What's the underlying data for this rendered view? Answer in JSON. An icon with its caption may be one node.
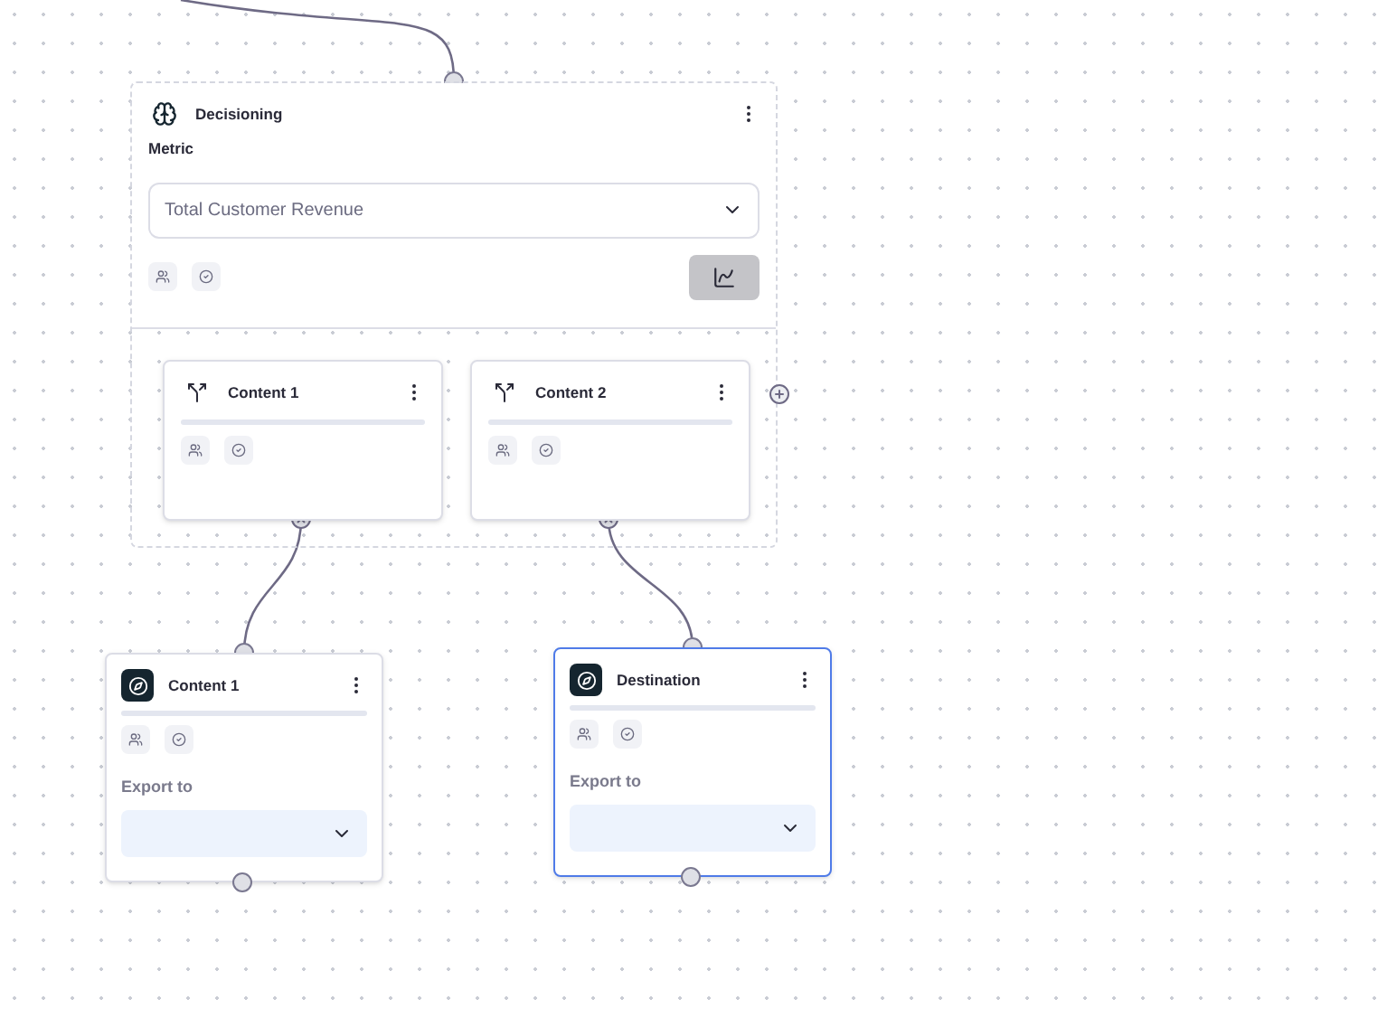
{
  "diagram": {
    "nodes": [
      {
        "text": [
          "Decisioning",
          "Metric",
          "Total Customer Revenue"
        ]
      },
      {
        "text": [
          "Content 1"
        ],
        "in": 0
      },
      {
        "text": [
          "Content 2"
        ],
        "in": 0
      },
      {
        "text": [
          "Content 1",
          "Export to"
        ]
      },
      {
        "text": [
          "Destination",
          "Export to"
        ]
      }
    ],
    "edges": [
      {
        "from": null,
        "to": 0,
        "arrow": "other"
      },
      {
        "from": 1,
        "to": 3,
        "arrow": "other"
      },
      {
        "from": 2,
        "to": 4,
        "arrow": "other"
      }
    ]
  }
}
